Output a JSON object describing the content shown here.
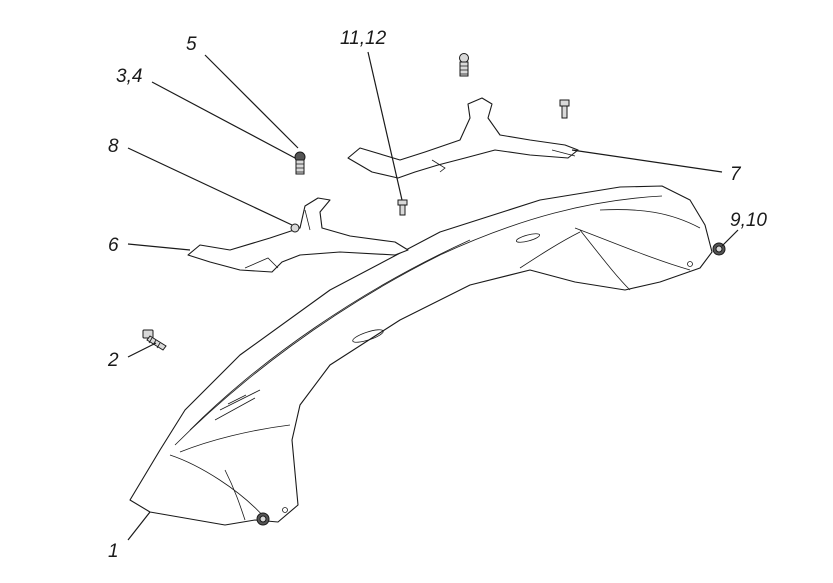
{
  "callouts": [
    {
      "id": "c1",
      "label": "1"
    },
    {
      "id": "c2",
      "label": "2"
    },
    {
      "id": "c34",
      "label": "3,4"
    },
    {
      "id": "c5",
      "label": "5"
    },
    {
      "id": "c6",
      "label": "6"
    },
    {
      "id": "c7",
      "label": "7"
    },
    {
      "id": "c8",
      "label": "8"
    },
    {
      "id": "c910",
      "label": "9,10"
    },
    {
      "id": "c1112",
      "label": "11,12"
    }
  ],
  "colors": {
    "line": "#1a1a1a",
    "background": "#ffffff"
  }
}
